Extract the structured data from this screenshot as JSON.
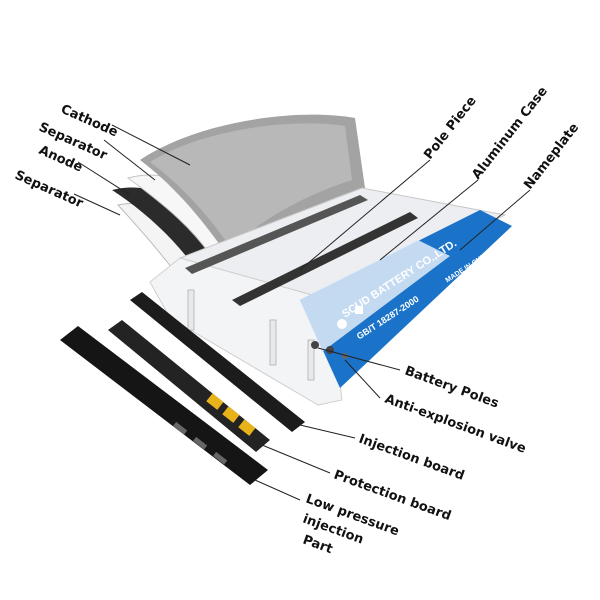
{
  "labels": {
    "cathode": "Cathode",
    "separator_top": "Separator",
    "anode": "Anode",
    "separator_bottom": "Separator",
    "pole_piece": "Pole Piece",
    "aluminum_case": "Aluminum Case",
    "nameplate": "Nameplate",
    "battery_poles": "Battery Poles",
    "anti_explosion_valve": "Anti-explosion valve",
    "injection_board": "Injection board",
    "protection_board": "Protection board",
    "low_pressure_line1": "Low pressure",
    "low_pressure_line2": "injection",
    "low_pressure_line3": "Part"
  },
  "nameplate": {
    "brand": "SCUD BATTERY CO.,LTD.",
    "standard": "GB/T 18287-2000",
    "origin": "MADE IN CHINA"
  },
  "colors": {
    "nameplate_blue": "#1a73c9",
    "case_silver": "#e4e6ea",
    "sheet_gray": "#9b9b9b",
    "anode_dark": "#2b2b2b",
    "board_black": "#1c1c1c",
    "contact_gold": "#e8b21a"
  }
}
